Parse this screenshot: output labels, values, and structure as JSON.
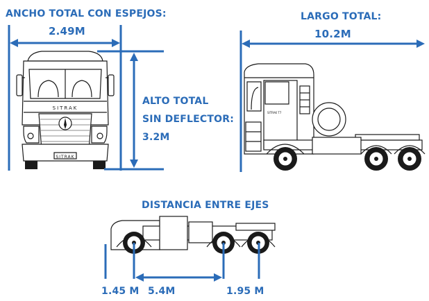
{
  "width_label": "ANCHO TOTAL CON ESPEJOS:",
  "width_value": "2.49M",
  "length_label": "LARGO TOTAL:",
  "length_value": "10.2M",
  "height_label_1": "ALTO TOTAL",
  "height_label_2": "SIN DEFLECTOR:",
  "height_value": "3.2M",
  "wheelbase_label": "DISTANCIA ENTRE EJES",
  "wheelbase_values": [
    "1.45 M",
    "5.4M",
    "1.95 M"
  ],
  "front_brand": "SITRAK",
  "bumper_brand": "SITRAK",
  "accent_color": "#2b6cb8"
}
